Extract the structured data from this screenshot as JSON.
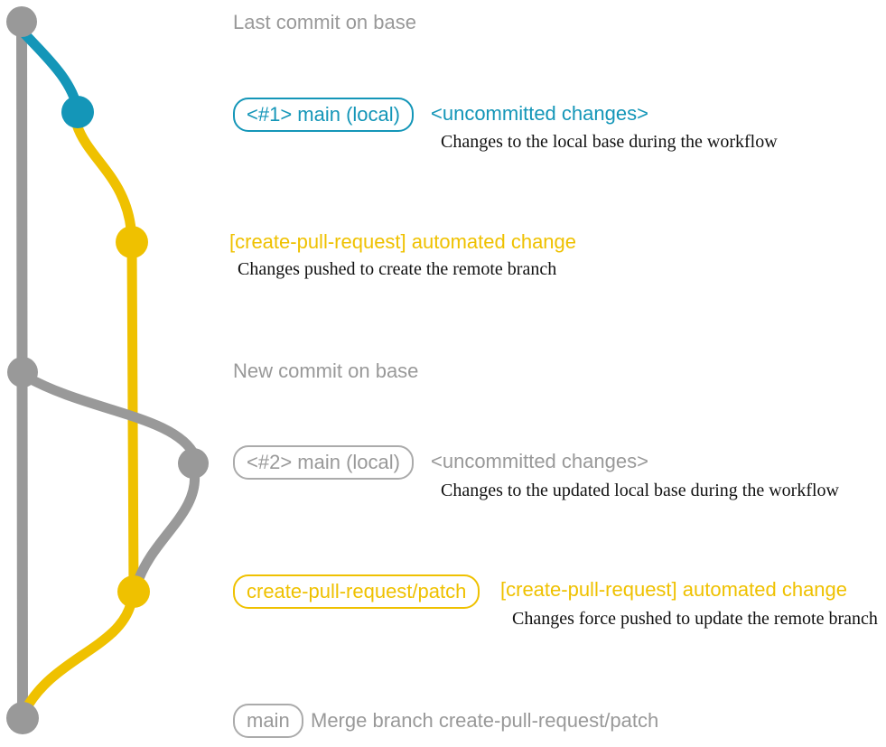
{
  "colors": {
    "gray": "#999999",
    "gray_border": "#ababab",
    "blue": "#1496b8",
    "yellow": "#efc100",
    "ink": "#111111"
  },
  "rows": {
    "last_commit": {
      "label": "Last commit on base"
    },
    "commit1": {
      "badge": "<#1> main (local)",
      "heading": "<uncommitted changes>",
      "desc": "Changes to the local base during the workflow"
    },
    "auto1": {
      "heading": "[create-pull-request] automated change",
      "desc": "Changes pushed to create the remote branch"
    },
    "new_commit": {
      "label": "New commit on base"
    },
    "commit2": {
      "badge": "<#2> main (local)",
      "heading": "<uncommitted changes>",
      "desc": "Changes to the updated local base during the workflow"
    },
    "auto2": {
      "badge": "create-pull-request/patch",
      "heading": "[create-pull-request] automated change",
      "desc": "Changes force pushed to update the remote branch"
    },
    "merge": {
      "badge": "main",
      "label": "Merge branch create-pull-request/patch"
    }
  }
}
